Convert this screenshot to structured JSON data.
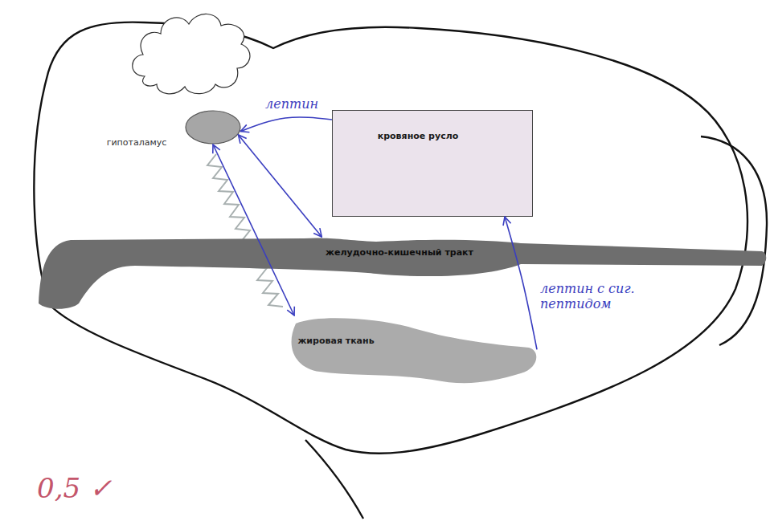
{
  "diagram": {
    "nodes": [
      {
        "text": [
          "гипоталамус"
        ]
      },
      {
        "text": [
          "кровяное русло"
        ]
      },
      {
        "text": [
          "желудочно-кишечный тракт"
        ]
      },
      {
        "text": [
          "жировая ткань"
        ]
      }
    ],
    "edges": [
      {
        "from": 1,
        "to": 0,
        "arrow": "to",
        "label": "лептин"
      },
      {
        "from": 0,
        "to": 2,
        "arrow": "both"
      },
      {
        "from": 3,
        "to": 0,
        "arrow": "both"
      },
      {
        "from": 3,
        "to": 1,
        "arrow": "to",
        "label": "лептин с сиг. пептидом"
      }
    ],
    "labels": [
      "0,5 ✓"
    ]
  }
}
